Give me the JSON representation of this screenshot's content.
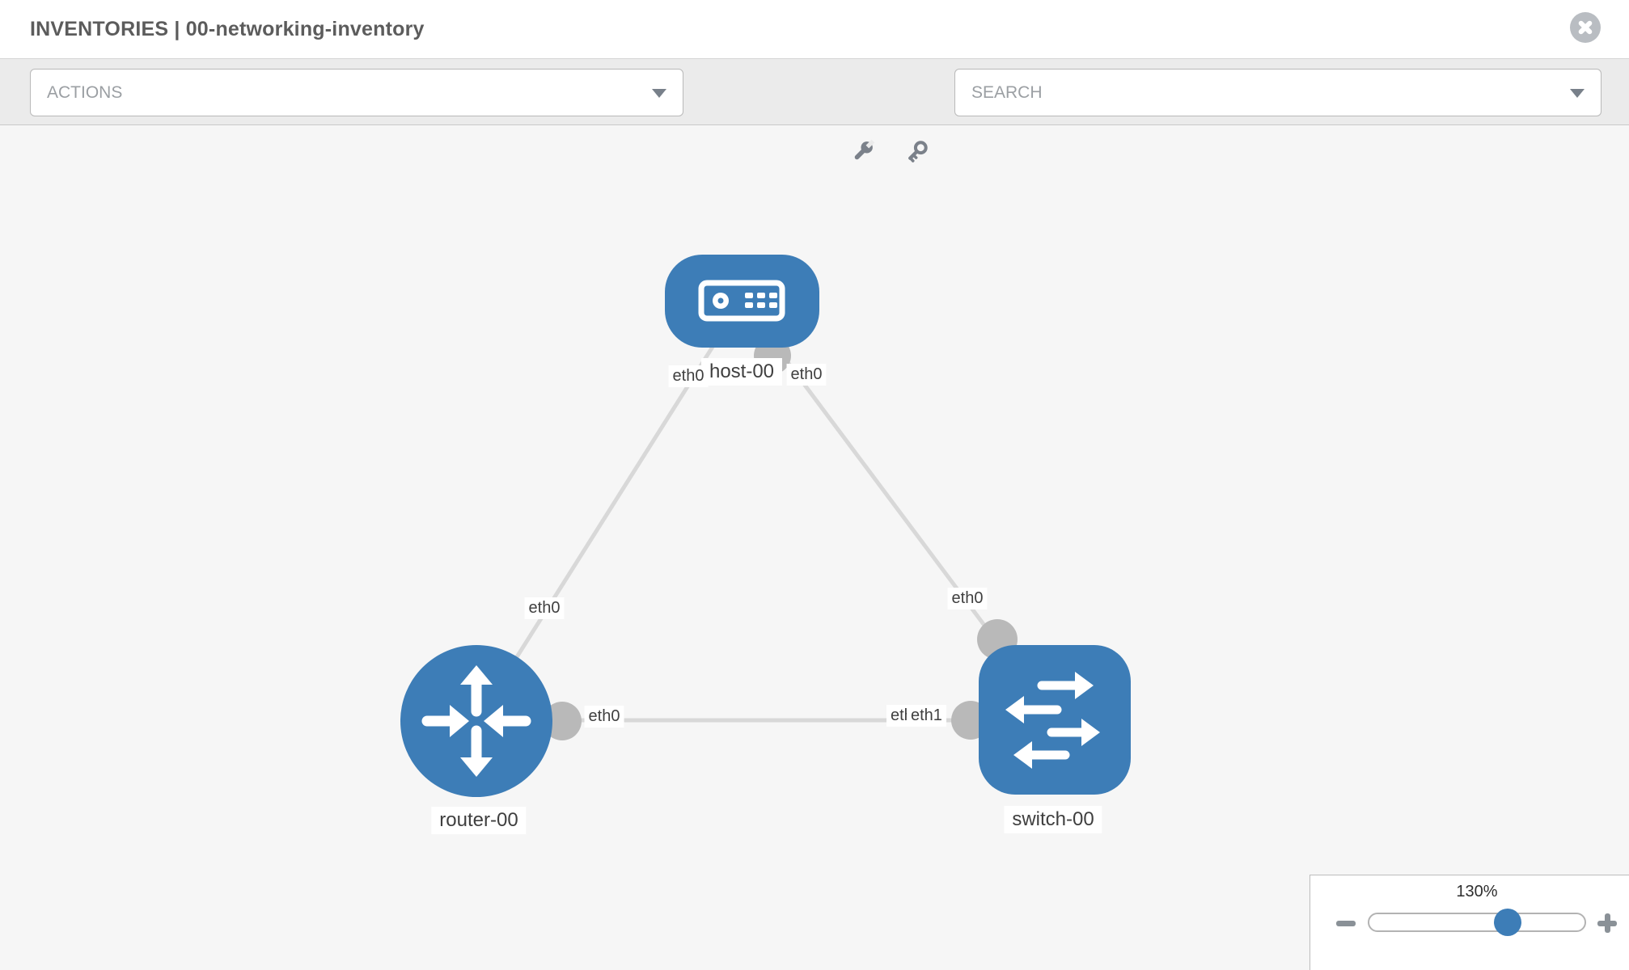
{
  "window": {
    "title": "INVENTORIES | 00-networking-inventory"
  },
  "toolbar": {
    "actions_placeholder": "ACTIONS",
    "search_placeholder": "SEARCH"
  },
  "icons": {
    "close": "close-icon",
    "wrench": "wrench-icon",
    "key": "key-icon",
    "actions_caret": "chevron-down-icon",
    "search_caret": "chevron-down-icon",
    "zoom_out": "minus-icon",
    "zoom_in": "plus-icon"
  },
  "topology": {
    "nodes": [
      {
        "label": "host-00",
        "type": "host",
        "icon": "host-icon"
      },
      {
        "label": "router-00",
        "type": "router",
        "icon": "router-icon"
      },
      {
        "label": "switch-00",
        "type": "switch",
        "icon": "switch-icon"
      }
    ],
    "links": [
      {
        "from": "router-00",
        "to": "host-00",
        "from_label": "eth0",
        "to_label": "eth0"
      },
      {
        "from": "host-00",
        "to": "switch-00",
        "from_label": "eth0",
        "to_label": "eth0"
      },
      {
        "from": "router-00",
        "to": "switch-00",
        "from_label": "eth0",
        "to_label_under": "eth0",
        "to_label_over": "eth1"
      }
    ]
  },
  "zoom": {
    "level": "130%"
  },
  "colors": {
    "node_blue": "#3d7db7",
    "link_gray": "#d8d8d8",
    "connector_gray": "#b9b9b9",
    "canvas_bg": "#f6f6f6",
    "toolbar_bg": "#ebebeb",
    "icon_gray": "#7b818a",
    "close_gray": "#b9bdc2"
  }
}
